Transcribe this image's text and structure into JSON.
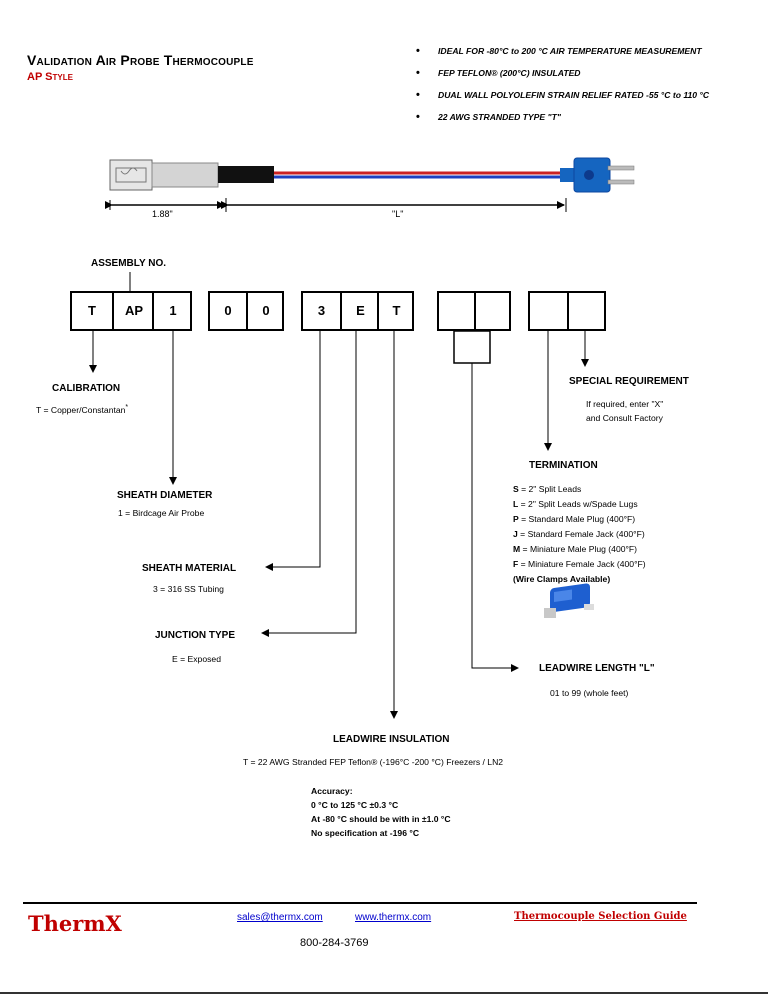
{
  "header": {
    "title": "Validation Air Probe Thermocouple",
    "subtitle": "AP Style",
    "features": [
      "IDEAL FOR  -80°C to 200 °C AIR TEMPERATURE MEASUREMENT",
      "FEP TEFLON® (200°C)  INSULATED",
      "DUAL WALL POLYOLEFIN STRAIN RELIEF RATED -55 °C to 110 °C",
      "22 AWG STRANDED TYPE \"T\""
    ]
  },
  "probe_drawing": {
    "dim_probe": "1.88\"",
    "dim_lead": "\"L\""
  },
  "assembly": {
    "label": "ASSEMBLY NO.",
    "group1": [
      "T",
      "AP",
      "1"
    ],
    "group2": [
      "0",
      "0"
    ],
    "group3": [
      "3",
      "E",
      "T"
    ]
  },
  "calibration": {
    "heading": "CALIBRATION",
    "text": "T = Copper/Constantan",
    "note": "*"
  },
  "sheath_diameter": {
    "heading": "SHEATH DIAMETER",
    "text": "1 = Birdcage Air Probe"
  },
  "sheath_material": {
    "heading": "SHEATH MATERIAL",
    "text": "3 = 316 SS Tubing"
  },
  "junction_type": {
    "heading": "JUNCTION TYPE",
    "text": "E = Exposed"
  },
  "special_requirement": {
    "heading": "SPECIAL REQUIREMENT",
    "line1": "If required, enter \"X\"",
    "line2": "and Consult Factory"
  },
  "termination": {
    "heading": "TERMINATION",
    "options": [
      {
        "code": "S",
        "text": " = 2\" Split Leads"
      },
      {
        "code": "L",
        "text": " = 2\" Split Leads w/Spade Lugs"
      },
      {
        "code": "P",
        "text": " = Standard Male Plug (400°F)"
      },
      {
        "code": "J",
        "text": " = Standard Female Jack (400°F)"
      },
      {
        "code": "M",
        "text": " = Miniature Male Plug (400°F)"
      },
      {
        "code": "F",
        "text": " = Miniature Female Jack (400°F)"
      }
    ],
    "note": "(Wire Clamps Available)"
  },
  "leadwire_length": {
    "heading": "LEADWIRE LENGTH \"L\"",
    "text": "01 to 99 (whole feet)"
  },
  "leadwire_insulation": {
    "heading": "LEADWIRE INSULATION",
    "text": "T = 22 AWG Stranded FEP Teflon® (-196°C -200 °C) Freezers / LN2",
    "accuracy_label": "Accuracy:",
    "accuracy_lines": [
      "0 °C to 125 °C ±0.3 °C",
      "At -80 °C should be with in ±1.0 °C",
      "No specification at -196 °C"
    ]
  },
  "footer": {
    "logo": "ThermX",
    "email": "sales@thermx.com",
    "website": "www.thermx.com",
    "guide": "Thermocouple Selection Guide",
    "phone": "800-284-3769"
  },
  "colors": {
    "brand_red": "#c00000",
    "link_blue": "#0000cc",
    "connector_blue": "#1565c0",
    "wire_red": "#cc2222",
    "wire_blue": "#1e40c0"
  }
}
